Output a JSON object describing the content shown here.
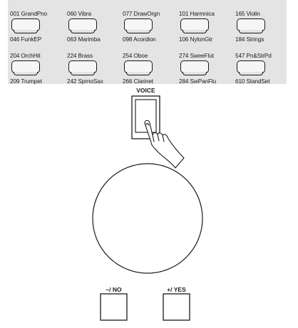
{
  "voice_rows": [
    {
      "top": [
        "001 GrandPno",
        "060 Vibra",
        "077 DrawOrgn",
        "101 Harmnica",
        "165 Violin"
      ],
      "bottom": [
        "046 FunkEP",
        "063 Marimba",
        "098 Acordion",
        "106 NylonGtr",
        "184 Strings"
      ]
    },
    {
      "top": [
        "204 OrchHit",
        "224 Brass",
        "254 Oboe",
        "274 SweeFlut",
        "547 Pn&StrPd"
      ],
      "bottom": [
        "209 Trumpet",
        "242 SprnoSax",
        "266 Clarinet",
        "284 SwPanFlu",
        "610 StandSet"
      ]
    }
  ],
  "voice_button": {
    "label": "VOICE"
  },
  "no_button": {
    "label": "–/ NO"
  },
  "yes_button": {
    "label": "+/ YES"
  },
  "colors": {
    "panel": "#e4e4e4",
    "line": "#1a1a1a"
  }
}
